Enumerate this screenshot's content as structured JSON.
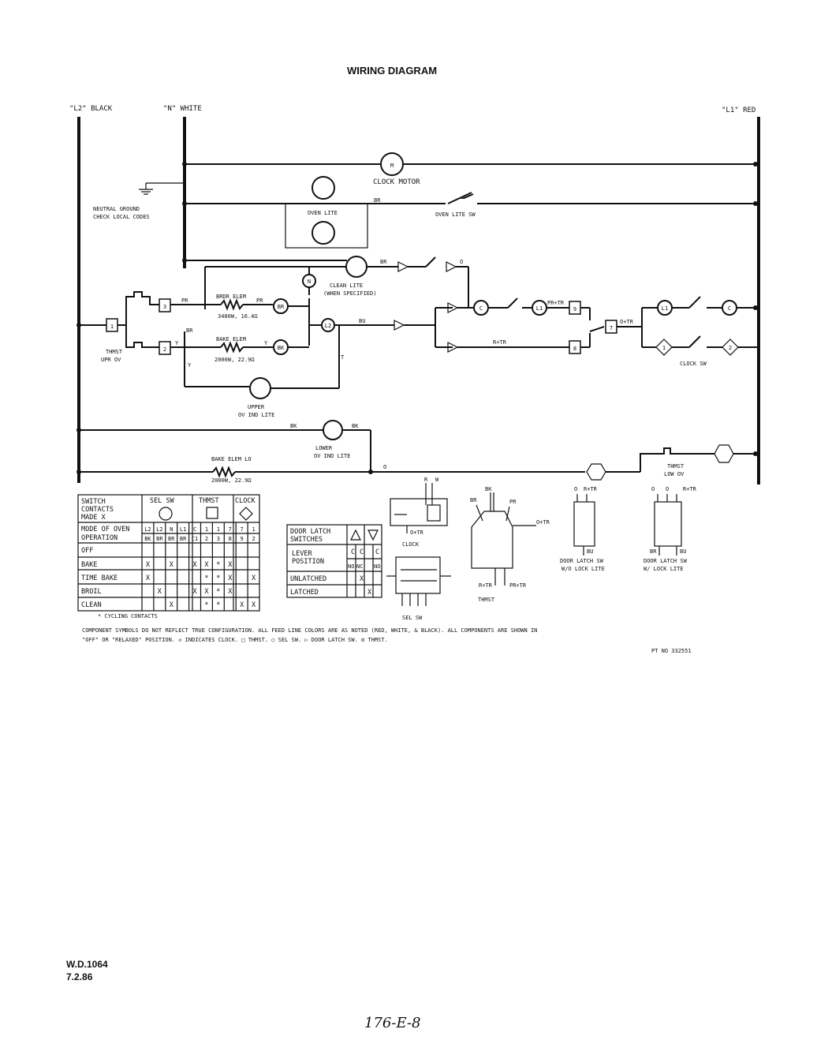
{
  "title": "WIRING DIAGRAM",
  "bus": {
    "l2": "\"L2\" BLACK",
    "n": "\"N\" WHITE",
    "l1": "\"L1\" RED"
  },
  "components": {
    "clock_motor": "CLOCK MOTOR",
    "clock_motor_symbol": "M",
    "oven_lite": "OVEN LITE",
    "oven_lite_sw": "OVEN LITE SW",
    "neutral_ground_1": "NEUTRAL GROUND",
    "neutral_ground_2": "CHECK LOCAL CODES",
    "clean_lite_1": "CLEAN LITE",
    "clean_lite_2": "(WHEN SPECIFIED)",
    "brdr_elem": "BRDR ELEM",
    "brdr_rating": "3400W, 16.4Ω",
    "bake_elem": "BAKE ELEM",
    "bake_rating": "2000W, 22.9Ω",
    "upper_ind_1": "UPPER",
    "upper_ind_2": "OV IND LITE",
    "lower_ind_1": "LOWER",
    "lower_ind_2": "OV IND LITE",
    "bake_elem_lo": "BAKE ELEM LO",
    "bake_lo_rating": "2000W, 22.9Ω",
    "thmst_upr_1": "THMST",
    "thmst_upr_2": "UPR OV",
    "thmst_low_1": "THMST",
    "thmst_low_2": "LOW OV",
    "clock_sw": "CLOCK SW"
  },
  "wire_labels": {
    "br": "BR",
    "pr": "PR",
    "y": "Y",
    "bk": "BK",
    "bu": "BU",
    "o": "O",
    "t": "T",
    "r_tr": "R+TR",
    "pr_tr": "PR+TR",
    "o_tr": "O+TR",
    "w": "W",
    "r": "R"
  },
  "terminals": {
    "t1": "1",
    "t2": "2",
    "t3": "3",
    "t7": "7",
    "t8": "8",
    "t9": "9",
    "n": "N",
    "l2": "L2",
    "br": "BR",
    "bk": "BK",
    "c": "C",
    "l1": "L1",
    "l1c": "L1",
    "c1": "1",
    "c2": "2",
    "c_sw": "C",
    "l1_sw": "L1"
  },
  "switch_table": {
    "header_1": "SWITCH",
    "header_2": "CONTACTS",
    "header_3": "MADE X",
    "group_sel": "SEL SW",
    "group_thmst": "THMST",
    "group_clock": "CLOCK",
    "mode_1": "MODE OF OVEN",
    "mode_2": "OPERATION",
    "cols_top": [
      "L2",
      "L2",
      "N",
      "L1",
      "C",
      "1",
      "1",
      "7",
      "7",
      "1"
    ],
    "cols_bottom": [
      "BK",
      "BR",
      "BR",
      "BR",
      "C1",
      "2",
      "3",
      "8",
      "9",
      "2"
    ],
    "rows": [
      {
        "label": "OFF",
        "cells": [
          "",
          "",
          "",
          "",
          "",
          "",
          "",
          "",
          "",
          ""
        ]
      },
      {
        "label": "BAKE",
        "cells": [
          "X",
          "",
          "X",
          "",
          "X",
          "X",
          "*",
          "X",
          "",
          ""
        ]
      },
      {
        "label": "TIME BAKE",
        "cells": [
          "X",
          "",
          "",
          "",
          "",
          "*",
          "*",
          "X",
          "",
          "X"
        ]
      },
      {
        "label": "BROIL",
        "cells": [
          "",
          "X",
          "",
          "",
          "X",
          "X",
          "*",
          "X",
          "",
          ""
        ]
      },
      {
        "label": "CLEAN",
        "cells": [
          "",
          "",
          "X",
          "",
          "",
          "*",
          "*",
          "",
          "X",
          "X"
        ]
      }
    ],
    "footnote": "* CYCLING CONTACTS"
  },
  "latch_table": {
    "header_1": "DOOR LATCH",
    "header_2": "SWITCHES",
    "lever_1": "LEVER",
    "lever_2": "POSITION",
    "c1": "C",
    "c2": "C",
    "c3": "C",
    "no": "NO",
    "nc": "NC",
    "nd": "NO",
    "unlatched": "UNLATCHED",
    "latched": "LATCHED",
    "unlatched_mark": "X",
    "latched_mark": "X"
  },
  "callouts": {
    "clock": "CLOCK",
    "sel_sw": "SEL SW",
    "thmst": "THMST",
    "door_latch_wo_1": "DOOR LATCH SW",
    "door_latch_wo_2": "W/O LOCK LITE",
    "door_latch_w_1": "DOOR LATCH SW",
    "door_latch_w_2": "W/ LOCK LITE"
  },
  "note_1": "COMPONENT SYMBOLS DO NOT REFLECT TRUE CONFIGURATION. ALL FEED LINE COLORS ARE AS NOTED (RED, WHITE, & BLACK). ALL COMPONENTS ARE SHOWN IN",
  "note_2": "\"OFF\" OR \"RELAXED\" POSITION. ◇ INDICATES CLOCK. □ THMST. ○ SEL SW. ▷ DOOR LATCH SW. ⊡ THMST.",
  "part_no": "PT NO 332551",
  "doc_id": "W.D.1064",
  "doc_date": "7.2.86",
  "handwritten": "176-E-8"
}
